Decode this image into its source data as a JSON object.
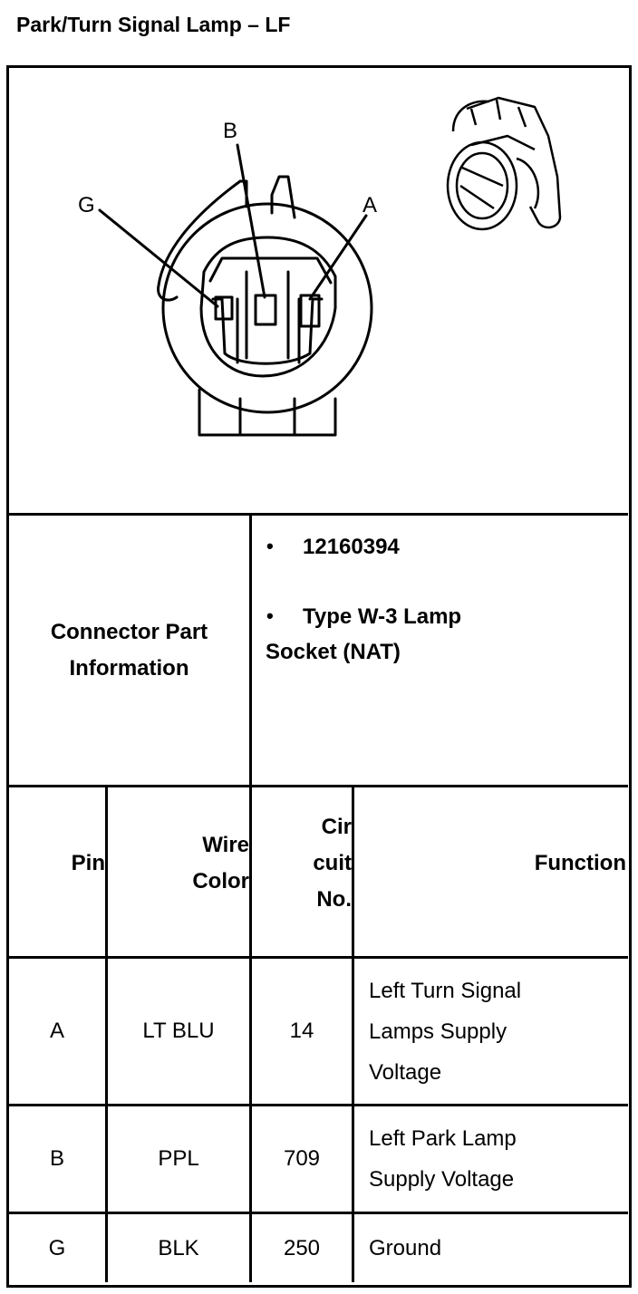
{
  "title": "Park/Turn Signal Lamp – LF",
  "diagram": {
    "labels": {
      "g": "G",
      "b": "B",
      "a": "A"
    }
  },
  "connector_info": {
    "label_line1": "Connector Part",
    "label_line2": "Information",
    "part_number": "12160394",
    "description_line1": "Type W-3 Lamp",
    "description_line2": "Socket (NAT)",
    "bullet": "•"
  },
  "table": {
    "headers": {
      "pin": "Pin",
      "wire_color_1": "Wire",
      "wire_color_2": "Color",
      "circuit_1": "Cir",
      "circuit_2": "cuit",
      "circuit_3": "No.",
      "function": "Function"
    },
    "rows": [
      {
        "pin": "A",
        "wire_color": "LT BLU",
        "circuit": "14",
        "function_lines": [
          "Left Turn Signal",
          "Lamps Supply",
          "Voltage"
        ]
      },
      {
        "pin": "B",
        "wire_color": "PPL",
        "circuit": "709",
        "function_lines": [
          "Left Park Lamp",
          "Supply Voltage"
        ]
      },
      {
        "pin": "G",
        "wire_color": "BLK",
        "circuit": "250",
        "function_lines": [
          "Ground"
        ]
      }
    ]
  }
}
